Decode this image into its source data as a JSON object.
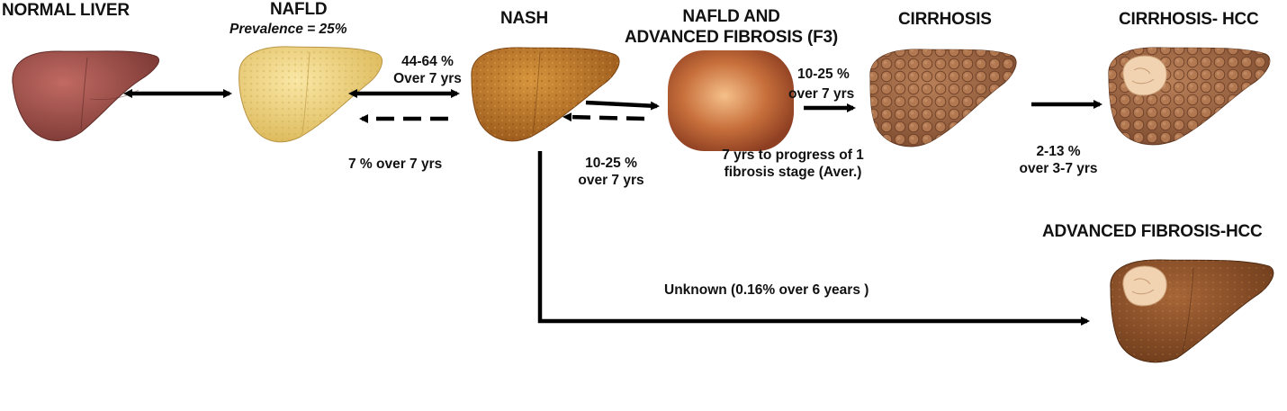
{
  "stages": {
    "normal_liver": "NORMAL LIVER",
    "nafld": "NAFLD",
    "nafld_prevalence": "Prevalence = 25%",
    "nash": "NASH",
    "nafld_f3_line1": "NAFLD AND",
    "nafld_f3_line2": "ADVANCED FIBROSIS (F3)",
    "cirrhosis": "CIRRHOSIS",
    "cirrhosis_hcc": "CIRRHOSIS- HCC",
    "advanced_fibrosis_hcc": "ADVANCED FIBROSIS-HCC"
  },
  "transitions": {
    "nafld_to_nash_line1": "44-64 %",
    "nafld_to_nash_line2": "Over 7 yrs",
    "nash_to_nafld": "7 % over 7 yrs",
    "nash_to_f3_line1": "10-25 %",
    "nash_to_f3_line2": "over 7 yrs",
    "f3_progress_line1": "7 yrs to progress of 1",
    "f3_progress_line2": "fibrosis stage (Aver.)",
    "f3_to_cirrhosis_line1": "10-25 %",
    "f3_to_cirrhosis_line2": "over 7 yrs",
    "cirrhosis_to_hcc_line1": "2-13 %",
    "cirrhosis_to_hcc_line2": "over 3-7 yrs",
    "nash_to_hcc": "Unknown (0.16% over 6 years )"
  },
  "colors": {
    "normal_liver": "#9a4a45",
    "nafld_liver": "#ecd178",
    "nash_liver": "#c0782a",
    "f3_liver": "#c77545",
    "cirrhosis_liver": "#a36e4a",
    "hcc_tumor": "#f1d3b2",
    "arrow": "#000000"
  },
  "icons": [
    "liver-normal-icon",
    "liver-fatty-icon",
    "liver-nash-icon",
    "liver-fibrosis-icon",
    "liver-cirrhosis-icon",
    "liver-cirrhosis-hcc-icon",
    "liver-fibrosis-hcc-icon"
  ]
}
